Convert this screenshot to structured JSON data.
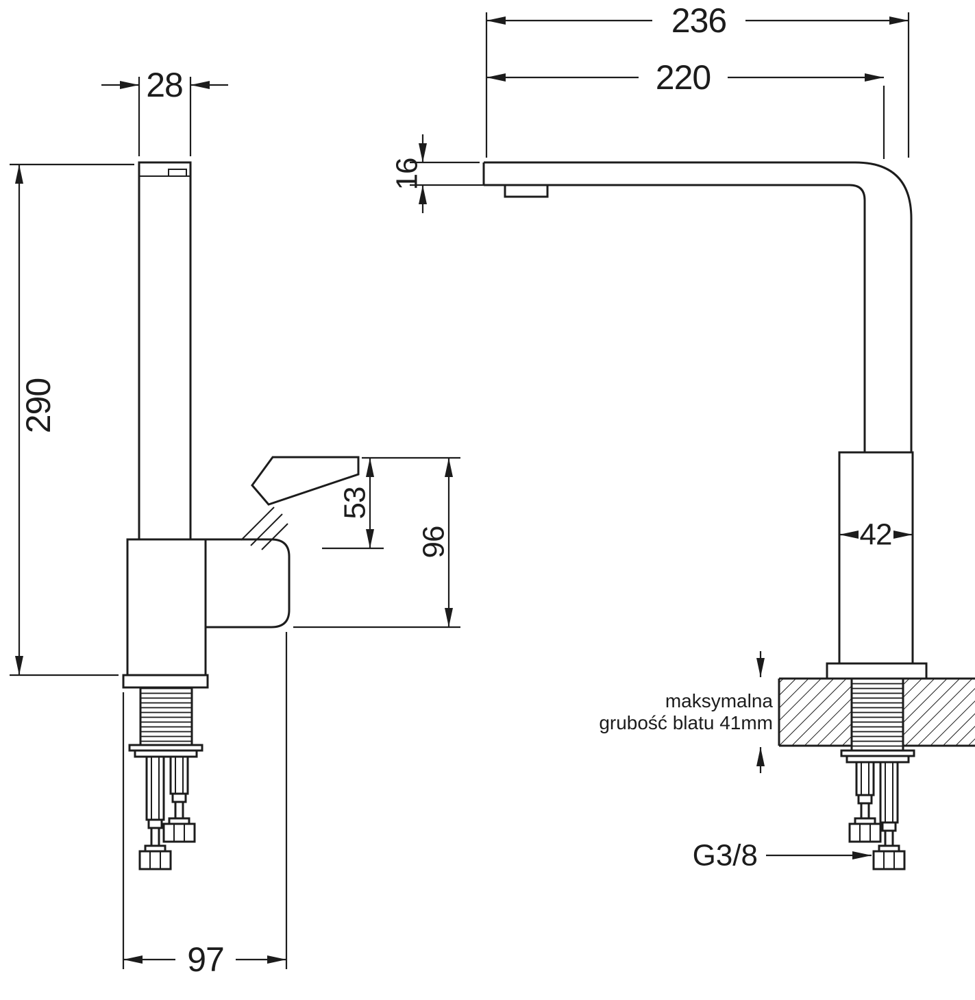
{
  "page": {
    "background": "#ffffff",
    "line_color": "#1c1c1c"
  },
  "drawing": {
    "type": "technical-dimension-drawing",
    "subject": "kitchen-faucet-two-views",
    "views": {
      "side_view": {
        "dims": {
          "spout_width": "28",
          "total_height": "290",
          "handle_offset": "53",
          "handle_height": "96",
          "base_width": "97"
        }
      },
      "front_view": {
        "dims": {
          "overall_reach": "236",
          "spout_reach": "220",
          "spout_thickness": "16",
          "body_width": "42"
        },
        "notes": {
          "counter_note_line1": "maksymalna",
          "counter_note_line2": "grubość blatu 41mm",
          "thread_size": "G3/8"
        }
      }
    }
  }
}
